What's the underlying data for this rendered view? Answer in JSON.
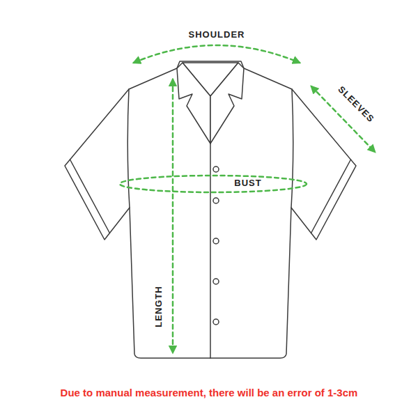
{
  "diagram": {
    "labels": [
      "SHOULDER",
      "SLEEVES",
      "BUST",
      "LENGTH",
      "Due to manual measurement, there will be an error of 1-3cm"
    ]
  }
}
